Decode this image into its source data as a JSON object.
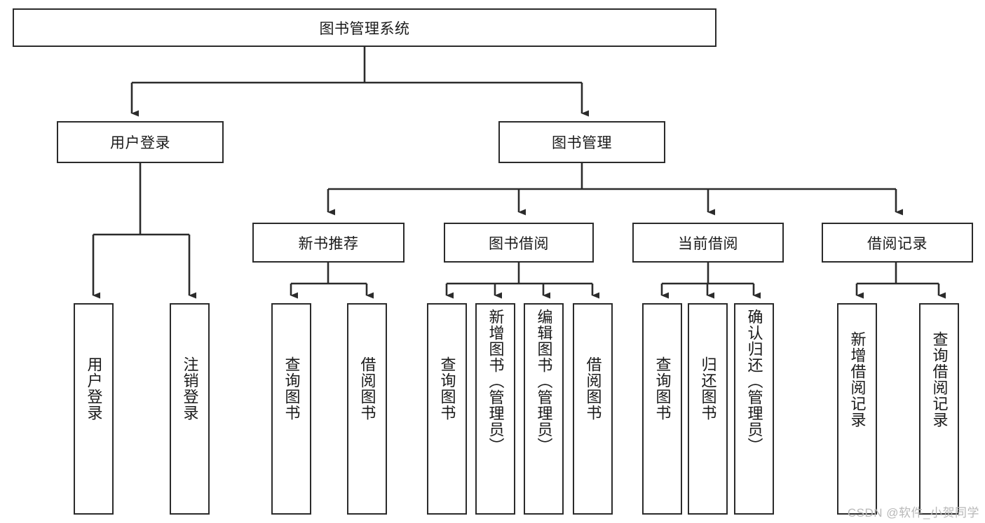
{
  "diagram": {
    "title": "图书管理系统",
    "watermark": "CSDN @软件_小贺同学",
    "line_color": "#2b2b2b",
    "box_fill": "#ffffff",
    "text_color": "#1a1a1a",
    "nodes": {
      "root": "图书管理系统",
      "user_login": "用户登录",
      "book_manage": "图书管理",
      "new_book_rec": "新书推荐",
      "book_borrow": "图书借阅",
      "current_borrow": "当前借阅",
      "borrow_record": "借阅记录",
      "leaf_user_login": "用户登录",
      "leaf_logout": "注销登录",
      "leaf_query_book_rec": "查询图书",
      "leaf_borrow_book_rec": "借阅图书",
      "leaf_query_book_bb": "查询图书",
      "leaf_add_book": "新增图书（管理员）",
      "leaf_edit_book": "编辑图书（管理员）",
      "leaf_borrow_book_bb": "借阅图书",
      "leaf_query_book_cb": "查询图书",
      "leaf_return_book": "归还图书",
      "leaf_confirm_return": "确认归还（管理员）",
      "leaf_add_record": "新增借阅记录",
      "leaf_query_record": "查询借阅记录"
    }
  },
  "chart_data": {
    "type": "tree-diagram",
    "title": "图书管理系统",
    "orientation": "top-down",
    "levels": 4,
    "tree": {
      "label": "图书管理系统",
      "children": [
        {
          "label": "用户登录",
          "children": [
            {
              "label": "用户登录"
            },
            {
              "label": "注销登录"
            }
          ]
        },
        {
          "label": "图书管理",
          "children": [
            {
              "label": "新书推荐",
              "children": [
                {
                  "label": "查询图书"
                },
                {
                  "label": "借阅图书"
                }
              ]
            },
            {
              "label": "图书借阅",
              "children": [
                {
                  "label": "查询图书"
                },
                {
                  "label": "新增图书（管理员）"
                },
                {
                  "label": "编辑图书（管理员）"
                },
                {
                  "label": "借阅图书"
                }
              ]
            },
            {
              "label": "当前借阅",
              "children": [
                {
                  "label": "查询图书"
                },
                {
                  "label": "归还图书"
                },
                {
                  "label": "确认归还（管理员）"
                }
              ]
            },
            {
              "label": "借阅记录",
              "children": [
                {
                  "label": "新增借阅记录"
                },
                {
                  "label": "查询借阅记录"
                }
              ]
            }
          ]
        }
      ]
    }
  }
}
